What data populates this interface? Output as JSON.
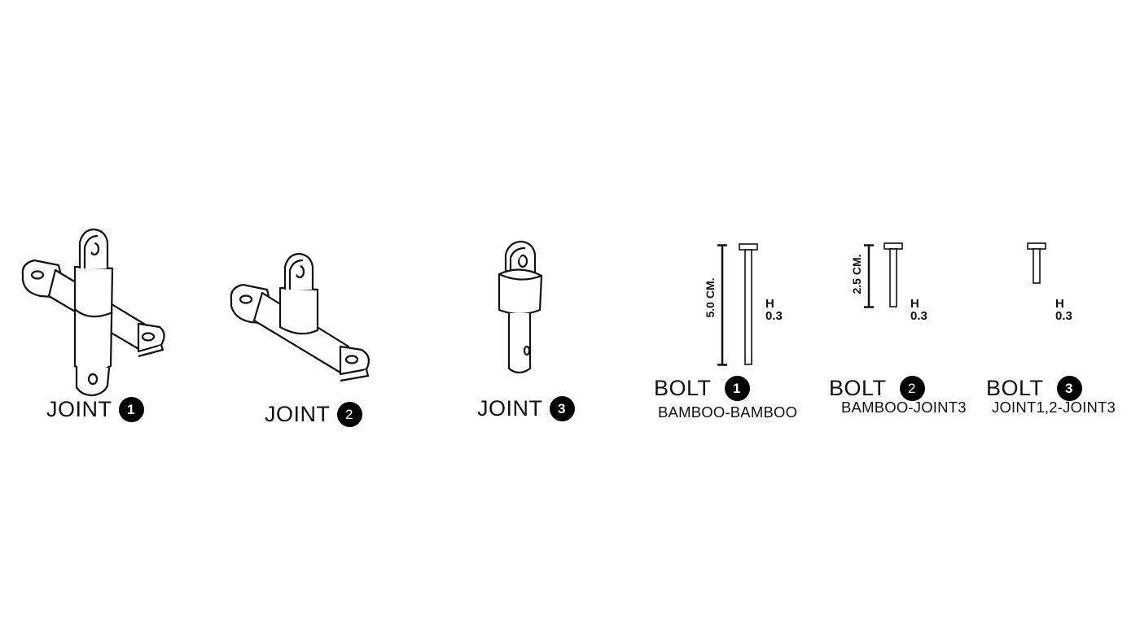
{
  "joints": [
    {
      "label": "JOINT",
      "badge": "1"
    },
    {
      "label": "JOINT",
      "badge": "2"
    },
    {
      "label": "JOINT",
      "badge": "3"
    }
  ],
  "bolts": [
    {
      "label": "BOLT",
      "badge": "1",
      "usage": "BAMBOO-BAMBOO",
      "length": "5.0 CM.",
      "h_label": "H",
      "h_value": "0.3"
    },
    {
      "label": "BOLT",
      "badge": "2",
      "usage": "BAMBOO-JOINT3",
      "length": "2.5 CM.",
      "h_label": "H",
      "h_value": "0.3"
    },
    {
      "label": "BOLT",
      "badge": "3",
      "usage": "JOINT1,2-JOINT3",
      "h_label": "H",
      "h_value": "0.3"
    }
  ]
}
